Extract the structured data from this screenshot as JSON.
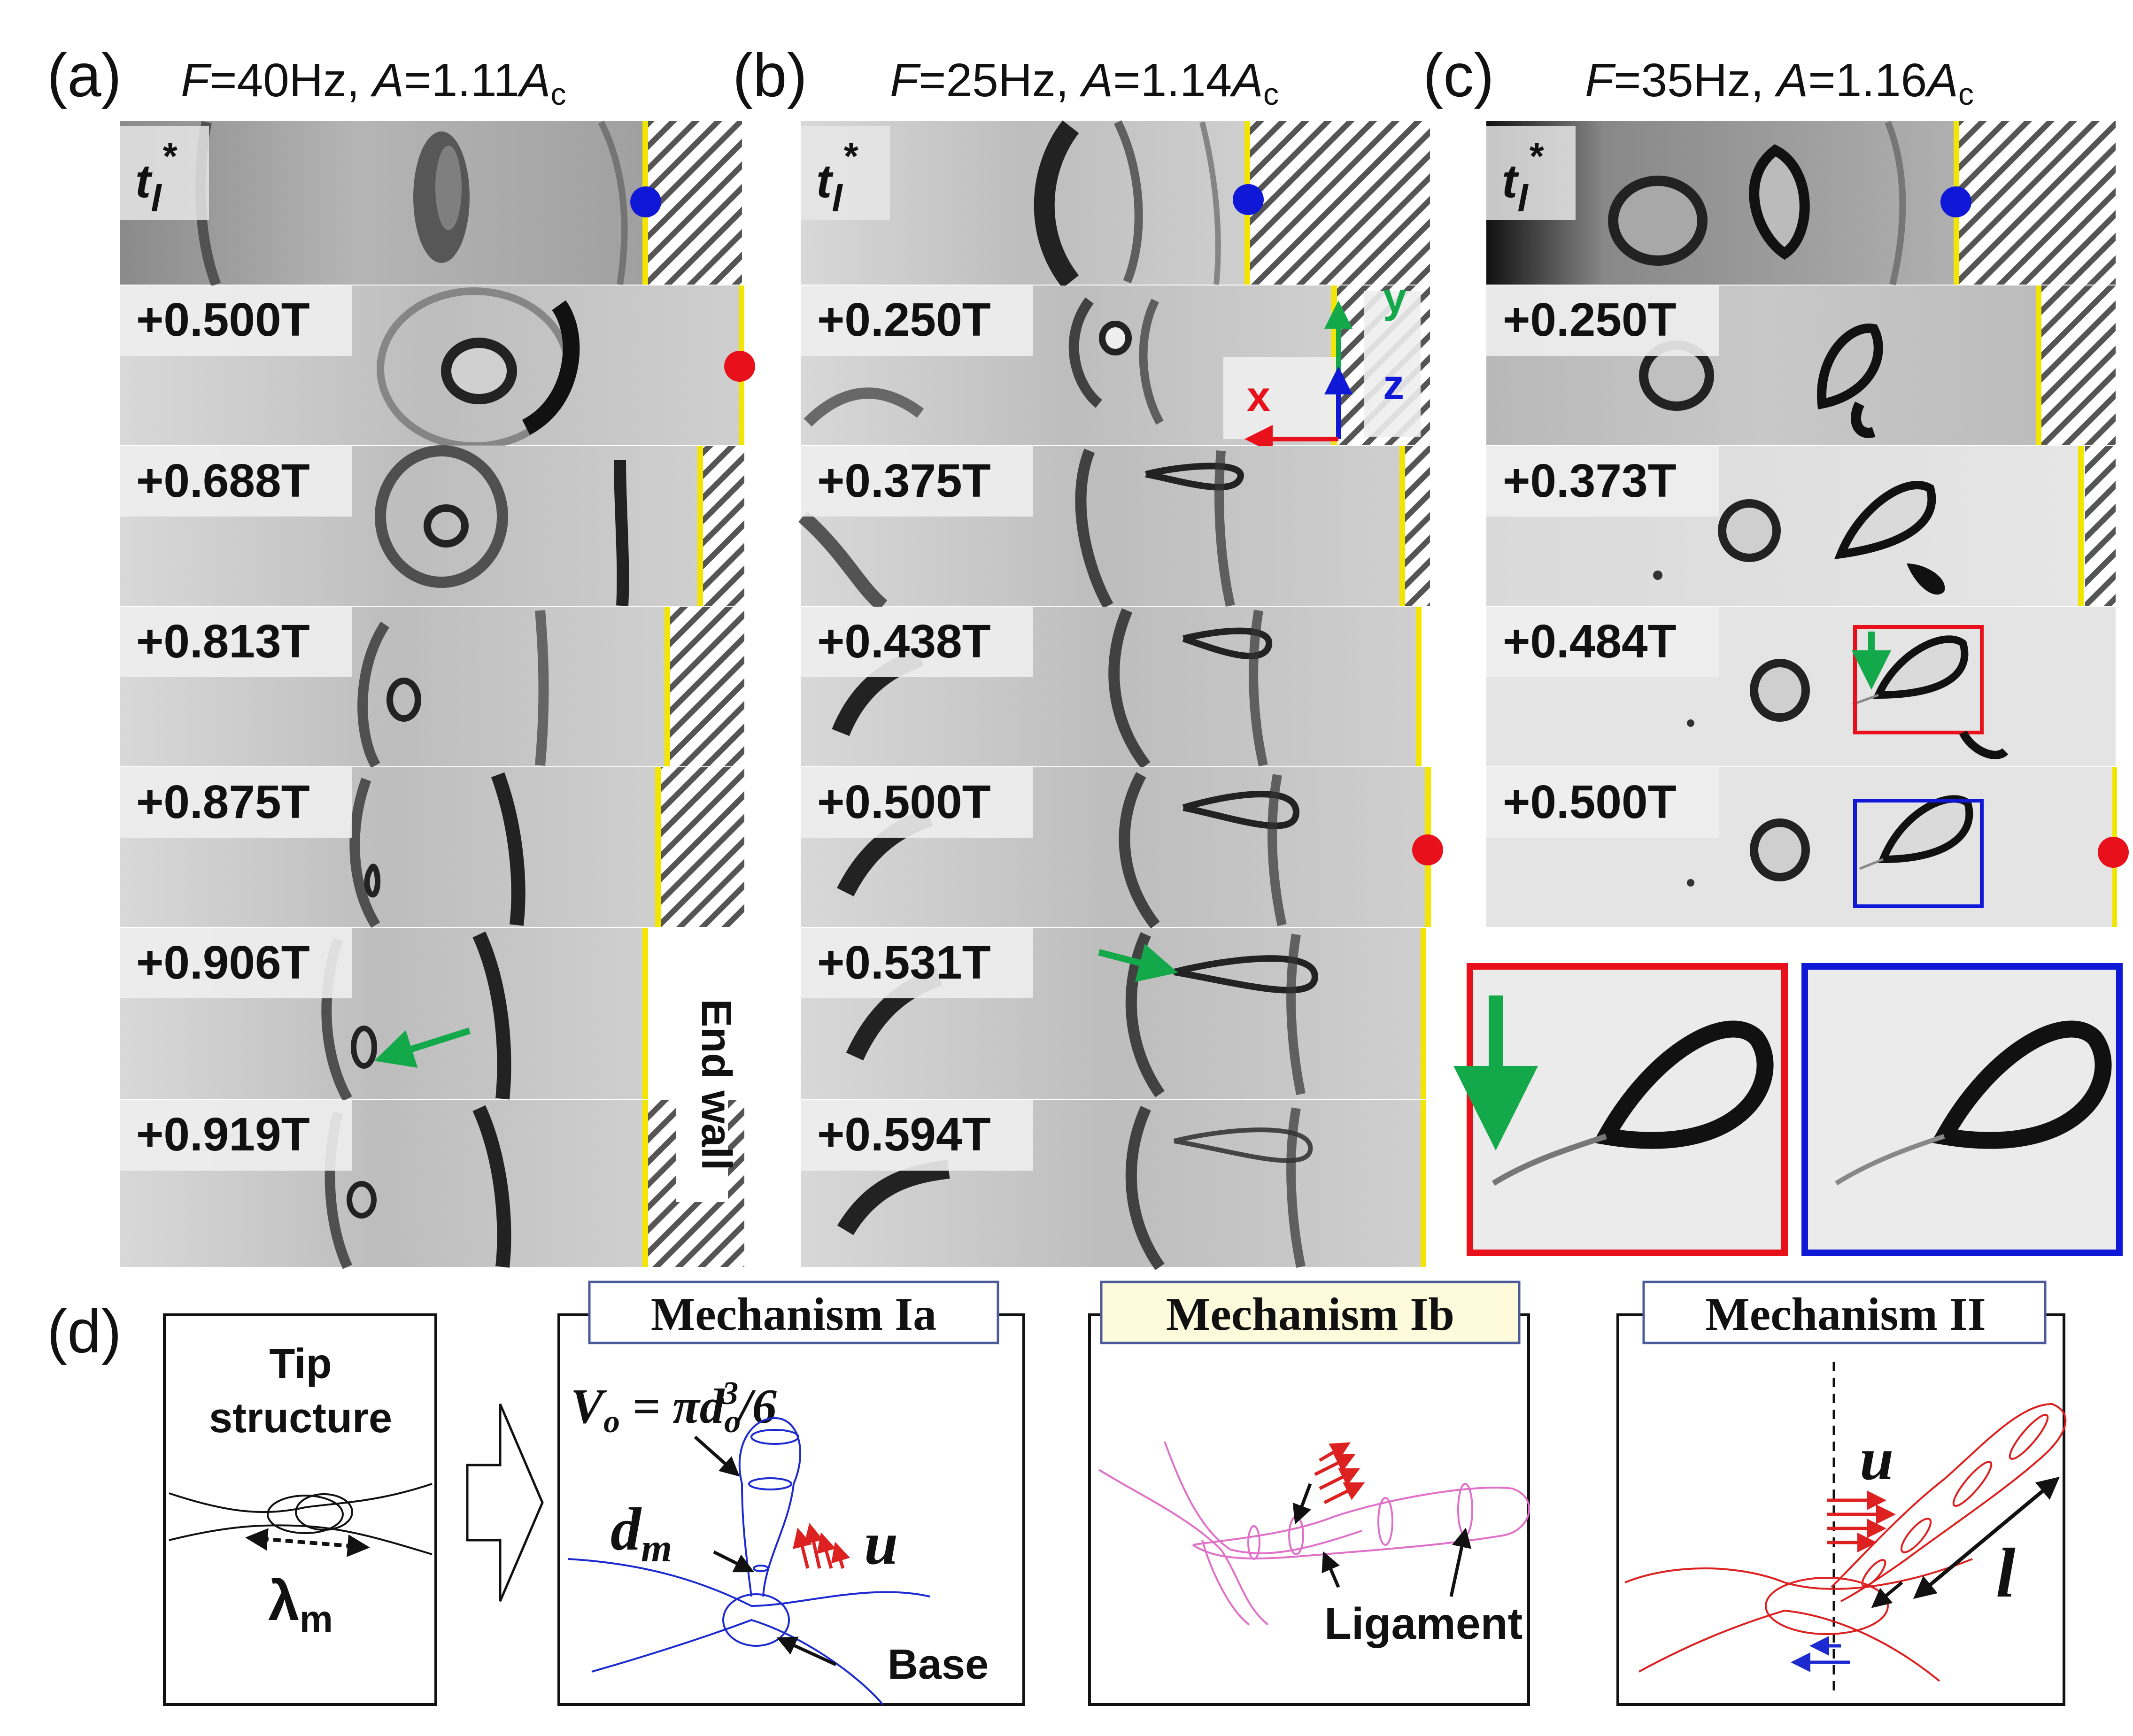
{
  "figure": {
    "panel_a": {
      "label": "(a)",
      "title_F": "F",
      "title_mid": "=40Hz, ",
      "title_A": "A",
      "title_val": "=1.11",
      "title_Ac": "A",
      "title_sub": "c",
      "frames": [
        "t",
        "+0.500T",
        "+0.688T",
        "+0.813T",
        "+0.875T",
        "+0.906T",
        "+0.919T"
      ],
      "end_wall": "End wall"
    },
    "panel_b": {
      "label": "(b)",
      "title_F": "F",
      "title_mid": "=25Hz, ",
      "title_A": "A",
      "title_val": "=1.14",
      "title_Ac": "A",
      "title_sub": "c",
      "frames": [
        "t",
        "+0.250T",
        "+0.375T",
        "+0.438T",
        "+0.500T",
        "+0.531T",
        "+0.594T"
      ],
      "axes": {
        "y": "y",
        "z": "z",
        "x": "x"
      }
    },
    "panel_c": {
      "label": "(c)",
      "title_F": "F",
      "title_mid": "=35Hz, ",
      "title_A": "A",
      "title_val": "=1.16",
      "title_Ac": "A",
      "title_sub": "c",
      "frames": [
        "t",
        "+0.250T",
        "+0.373T",
        "+0.484T",
        "+0.500T"
      ]
    },
    "tl": {
      "base": "t",
      "sub": "l",
      "sup": "*"
    },
    "panel_d": {
      "label": "(d)",
      "tip_line1": "Tip",
      "tip_line2": "structure",
      "lambda": "λ",
      "lambda_sub": "m",
      "mech_ia": "Mechanism Ia",
      "vo_label": "V",
      "vo_sub": "o",
      "vo_eq": " = πd",
      "vo_d_sub": "o",
      "vo_d_sup": "3",
      "vo_rest": "/6",
      "dm_label": "d",
      "dm_sub": "m",
      "u_label": "u",
      "base_label": "Base",
      "mech_ib": "Mechanism Ib",
      "ligament_label": "Ligament",
      "mech_ii": "Mechanism II",
      "l_label": "l"
    },
    "colors": {
      "wall_yellow": "#f2e600",
      "blue_marker": "#1018d8",
      "red_marker": "#e8101a",
      "green_arrow": "#13a84a",
      "sketch_blue": "#1c2ad0",
      "sketch_pink": "#e070c8",
      "sketch_red": "#dd2020",
      "mech_box_border": "#4a5a9a",
      "mech_ib_fill": "#fdfbdc"
    }
  }
}
